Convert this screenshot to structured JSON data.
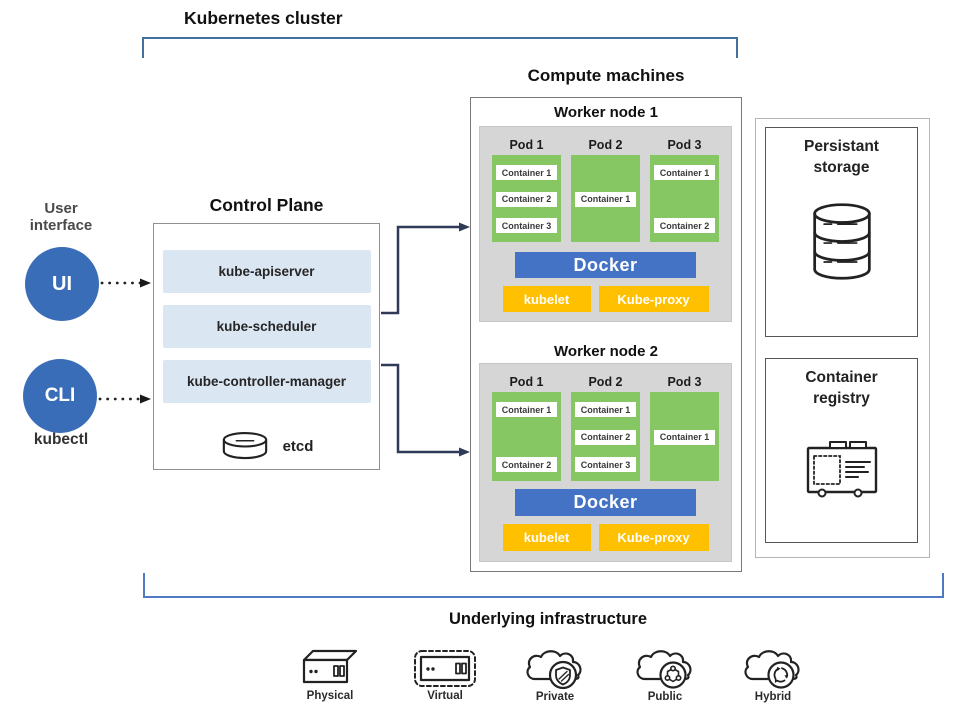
{
  "cluster_title": "Kubernetes cluster",
  "compute_title": "Compute machines",
  "left_panel": {
    "user_interface_line1": "User",
    "user_interface_line2": "interface",
    "ui": "UI",
    "cli": "CLI",
    "kubectl": "kubectl"
  },
  "control_plane": {
    "title": "Control Plane",
    "components": [
      "kube-apiserver",
      "kube-scheduler",
      "kube-controller-manager"
    ],
    "etcd": "etcd",
    "etcd_icon": "cylinder-icon"
  },
  "worker_node_1": {
    "title": "Worker node 1",
    "pod1": {
      "label": "Pod 1",
      "c1": "Container 1",
      "c2": "Container 2",
      "c3": "Container 3"
    },
    "pod2": {
      "label": "Pod 2",
      "c1": "Container 1"
    },
    "pod3": {
      "label": "Pod 3",
      "c1": "Container 1",
      "c2": "Container 2"
    },
    "docker": "Docker",
    "kubelet": "kubelet",
    "kube_proxy": "Kube-proxy"
  },
  "worker_node_2": {
    "title": "Worker node 2",
    "pod1": {
      "label": "Pod 1",
      "c1": "Container 1",
      "c2": "Container 2"
    },
    "pod2": {
      "label": "Pod 2",
      "c1": "Container 1",
      "c2": "Container 2",
      "c3": "Container 3"
    },
    "pod3": {
      "label": "Pod 3",
      "c1": "Container 1"
    },
    "docker": "Docker",
    "kubelet": "kubelet",
    "kube_proxy": "Kube-proxy"
  },
  "storage": {
    "title_line1": "Persistant",
    "title_line2": "storage",
    "icon": "database-icon"
  },
  "registry": {
    "title_line1": "Container",
    "title_line2": "registry",
    "icon": "registry-card-icon"
  },
  "infrastructure": {
    "title": "Underlying infrastructure",
    "items": [
      {
        "label": "Physical",
        "icon": "physical-server-icon"
      },
      {
        "label": "Virtual",
        "icon": "virtual-server-icon"
      },
      {
        "label": "Private",
        "icon": "private-cloud-icon"
      },
      {
        "label": "Public",
        "icon": "public-cloud-icon"
      },
      {
        "label": "Hybrid",
        "icon": "hybrid-cloud-icon"
      }
    ]
  },
  "colors": {
    "accent_blue": "#3a6db7",
    "docker_blue": "#4473c5",
    "pod_green": "#86c663",
    "component_yellow": "#ffc000",
    "control_row_blue": "#dbe6f3",
    "node_gray": "#d6d6d6",
    "arrow_navy": "#2e3a57",
    "bracket_blue_dark": "#41719c",
    "bracket_blue_light": "#4e7ac4"
  }
}
